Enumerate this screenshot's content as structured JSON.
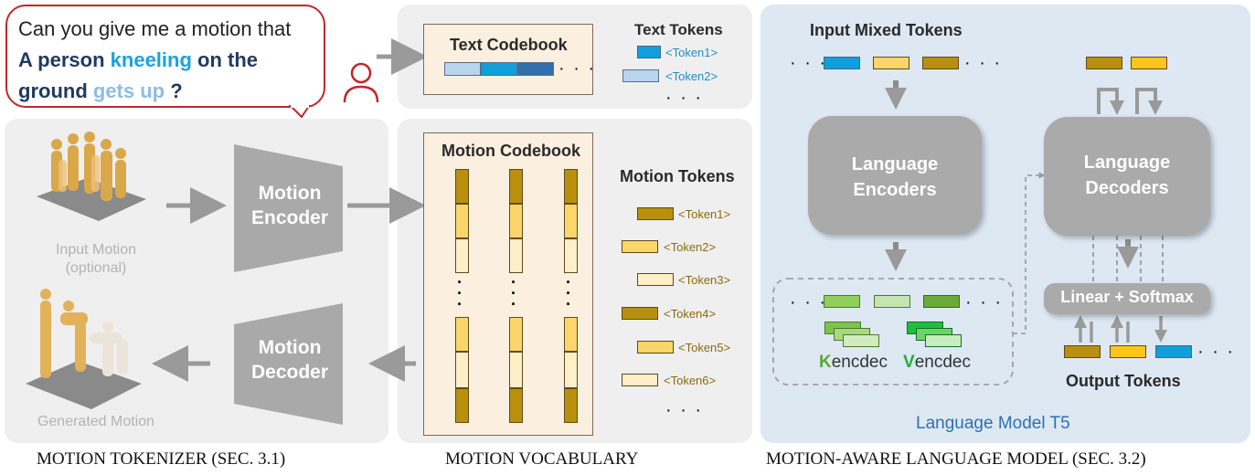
{
  "prompt": {
    "line1": "Can you give me a motion that",
    "line2_a": "A person ",
    "line2_b": "kneeling",
    "line2_c": " on the",
    "line3_a": "ground ",
    "line3_b": "gets up",
    "line3_c": " ?"
  },
  "text_vocab": {
    "codebook_title": "Text Codebook",
    "tokens_title": "Text Tokens",
    "token1": "<Token1>",
    "token2": "<Token2>",
    "dots": "· · ·"
  },
  "tokenizer": {
    "encoder_line1": "Motion",
    "encoder_line2": "Encoder",
    "decoder_line1": "Motion",
    "decoder_line2": "Decoder",
    "input_label_line1": "Input Motion",
    "input_label_line2": "(optional)",
    "output_label": "Generated Motion"
  },
  "motion_vocab": {
    "codebook_title": "Motion Codebook",
    "tokens_title": "Motion Tokens",
    "tokens": [
      "<Token1>",
      "<Token2>",
      "<Token3>",
      "<Token4>",
      "<Token5>",
      "<Token6>"
    ],
    "dots": "· · ·"
  },
  "language_model": {
    "input_title": "Input Mixed Tokens",
    "encoder_line1": "Language",
    "encoder_line2": "Encoders",
    "decoder_line1": "Language",
    "decoder_line2": "Decoders",
    "linear_softmax": "Linear + Softmax",
    "output_title": "Output Tokens",
    "k_letter": "K",
    "k_rest": "encdec",
    "v_letter": "V",
    "v_rest": "encdec",
    "model_name": "Language Model T5",
    "dots": "· · ·"
  },
  "captions": {
    "tokenizer": "MOTION TOKENIZER (SEC. 3.1)",
    "vocabulary": "MOTION VOCABULARY",
    "language_model": "MOTION-AWARE LANGUAGE MODEL (SEC. 3.2)"
  },
  "colors": {
    "text_token_blue": "#0fa0dc",
    "text_token_light": "#b8d4ee",
    "text_token_dark": "#2f6fb0",
    "motion_dark": "#b8900e",
    "motion_mid": "#fad56a",
    "motion_light": "#fdefc8",
    "kv_green": "#8fcf5a",
    "accent_red": "#c0272d"
  }
}
